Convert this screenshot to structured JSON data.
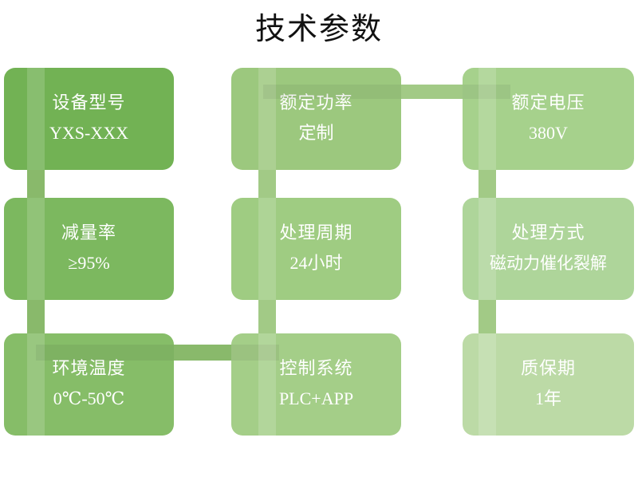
{
  "title": "技术参数",
  "colors": {
    "card_1": "#72b254",
    "card_2": "#9cc87e",
    "card_3": "#a6d18c",
    "card_4": "#7cb85f",
    "card_5": "#9fcc82",
    "card_6": "#aed59a",
    "card_7": "#86bd68",
    "card_8": "#a4ce88",
    "card_9": "#bcdaa6",
    "connector": "#7fb35e",
    "connector_light": "#9ac57c",
    "text": "#ffffff",
    "title_text": "#111111",
    "background": "#ffffff"
  },
  "cards": [
    {
      "id": "device-model",
      "title": "设备型号",
      "value": "YXS-XXX"
    },
    {
      "id": "rated-power",
      "title": "额定功率",
      "value": "定制"
    },
    {
      "id": "rated-voltage",
      "title": "额定电压",
      "value": "380V"
    },
    {
      "id": "reduction-rate",
      "title": "减量率",
      "value": "≥95%"
    },
    {
      "id": "treatment-cycle",
      "title": "处理周期",
      "value": "24小时"
    },
    {
      "id": "treatment-method",
      "title": "处理方式",
      "value": "磁动力催化裂解"
    },
    {
      "id": "ambient-temperature",
      "title": "环境温度",
      "value": "0℃-50℃"
    },
    {
      "id": "control-system",
      "title": "控制系统",
      "value": "PLC+APP"
    },
    {
      "id": "warranty-period",
      "title": "质保期",
      "value": "1年"
    }
  ]
}
